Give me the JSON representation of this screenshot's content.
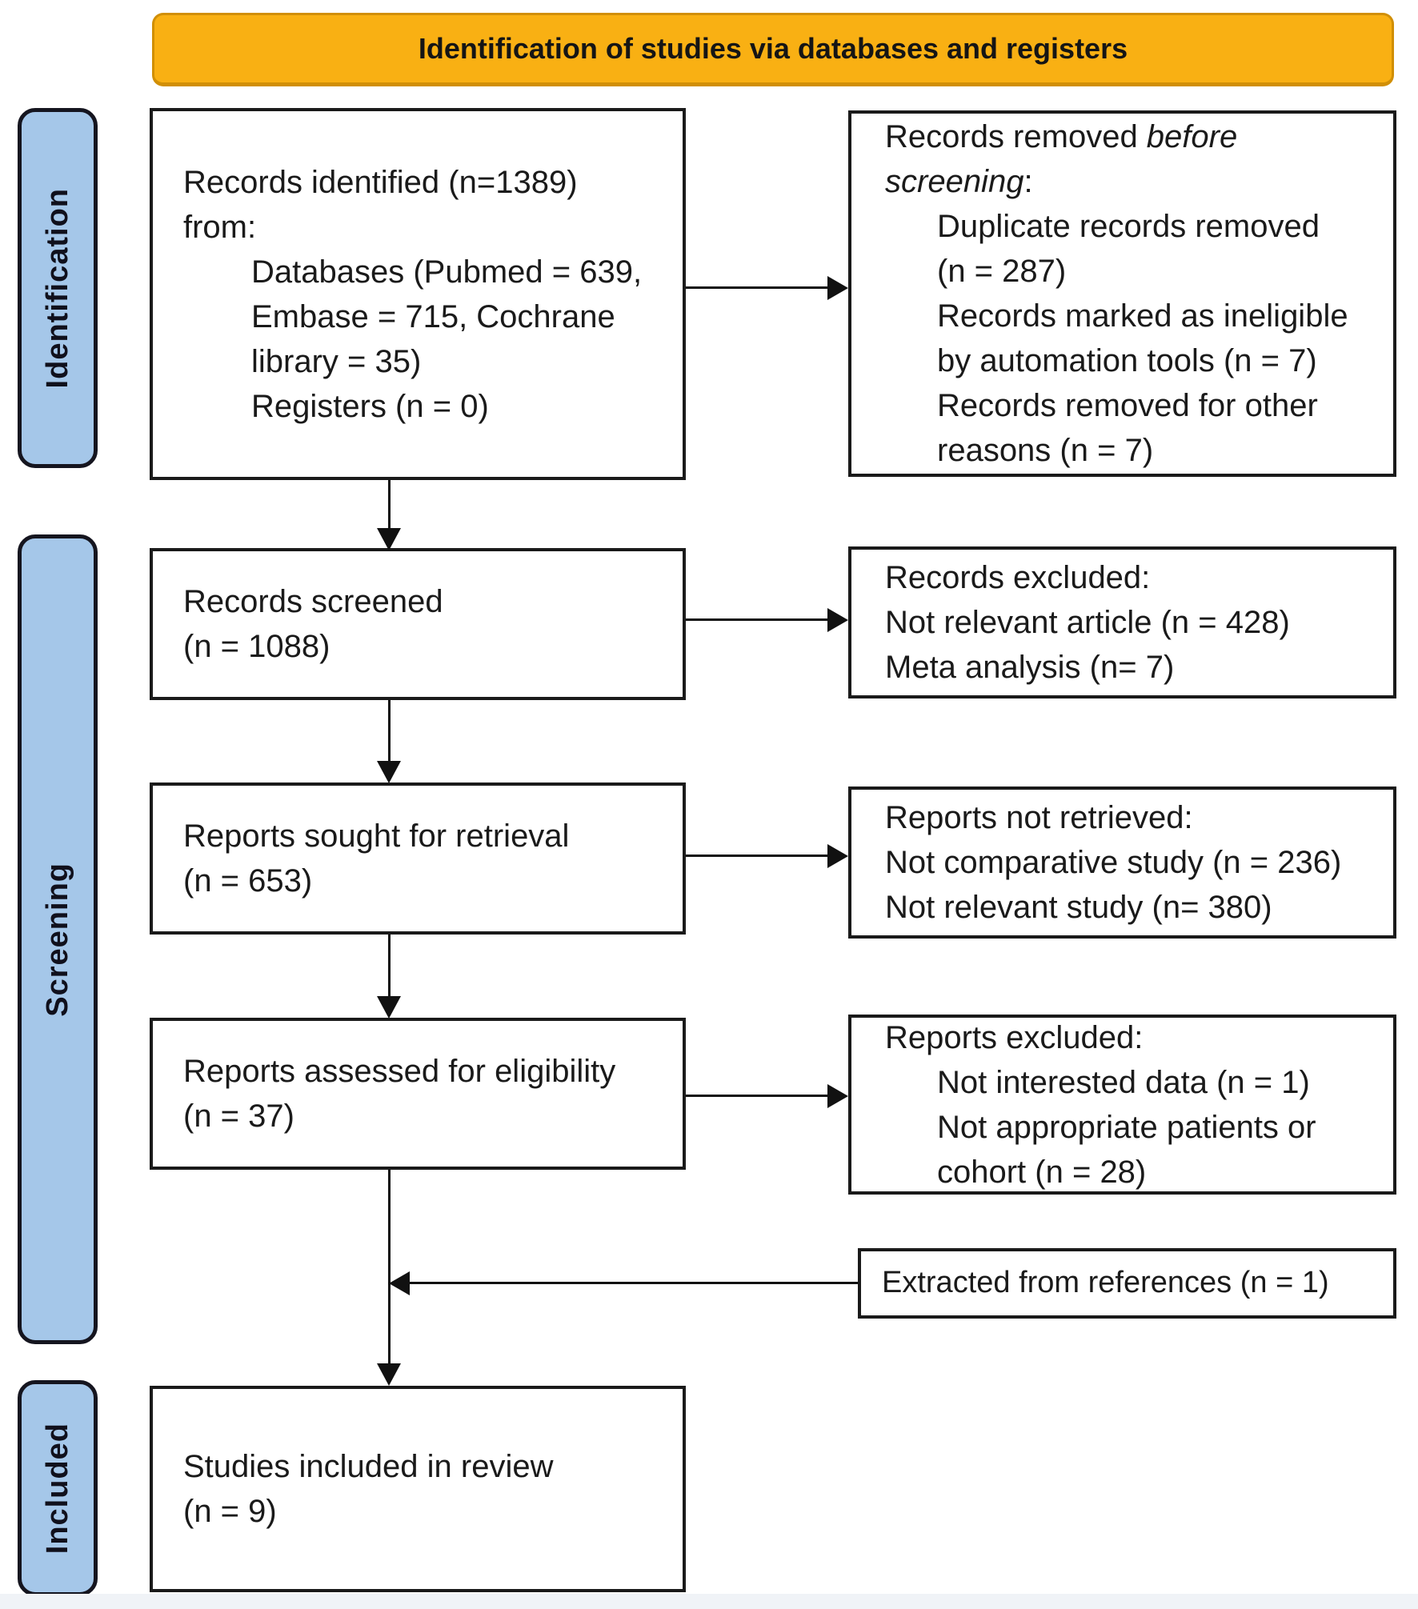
{
  "banner": {
    "title": "Identification of studies via databases and registers"
  },
  "sidebar": {
    "identification": "Identification",
    "screening": "Screening",
    "included": "Included"
  },
  "boxes": {
    "records_identified": {
      "line1": "Records identified (n=1389)",
      "line2": "from:",
      "sub1": "Databases (Pubmed = 639,",
      "sub2": "Embase = 715, Cochrane",
      "sub3": "library = 35)",
      "sub4": "Registers (n = 0)"
    },
    "records_removed": {
      "prefix": "Records removed ",
      "italic1": "before",
      "italic2": "screening",
      "colon": ":",
      "sub1": "Duplicate records removed",
      "sub2": "(n = 287)",
      "sub3": "Records marked as ineligible",
      "sub4": "by automation tools (n = 7)",
      "sub5": "Records removed for other",
      "sub6": "reasons (n = 7)"
    },
    "records_screened": {
      "line1": "Records screened",
      "line2": "(n = 1088)"
    },
    "records_excluded": {
      "line1": "Records excluded:",
      "line2": "Not relevant article (n = 428)",
      "line3": "Meta analysis (n= 7)"
    },
    "reports_sought": {
      "line1": "Reports sought for retrieval",
      "line2": "(n = 653)"
    },
    "reports_not_retrieved": {
      "line1": "Reports not retrieved:",
      "line2": "Not comparative study (n = 236)",
      "line3": "Not relevant study (n= 380)"
    },
    "reports_assessed": {
      "line1": "Reports assessed for eligibility",
      "line2": "(n = 37)"
    },
    "reports_excluded": {
      "line1": "Reports excluded:",
      "sub1": "Not interested data (n = 1)",
      "sub2": "Not appropriate patients or",
      "sub3": "cohort (n = 28)"
    },
    "extracted_references": {
      "line1": "Extracted from references (n = 1)"
    },
    "studies_included": {
      "line1": "Studies included in review",
      "line2": "(n = 9)"
    }
  },
  "colors": {
    "banner_fill": "#f9b013",
    "banner_border": "#d18f06",
    "sidebar_fill": "#a5c7e9",
    "sidebar_border": "#15151f",
    "box_border": "#1a1a1a",
    "arrow": "#111111",
    "footer_strip": "#f0f3f7"
  }
}
